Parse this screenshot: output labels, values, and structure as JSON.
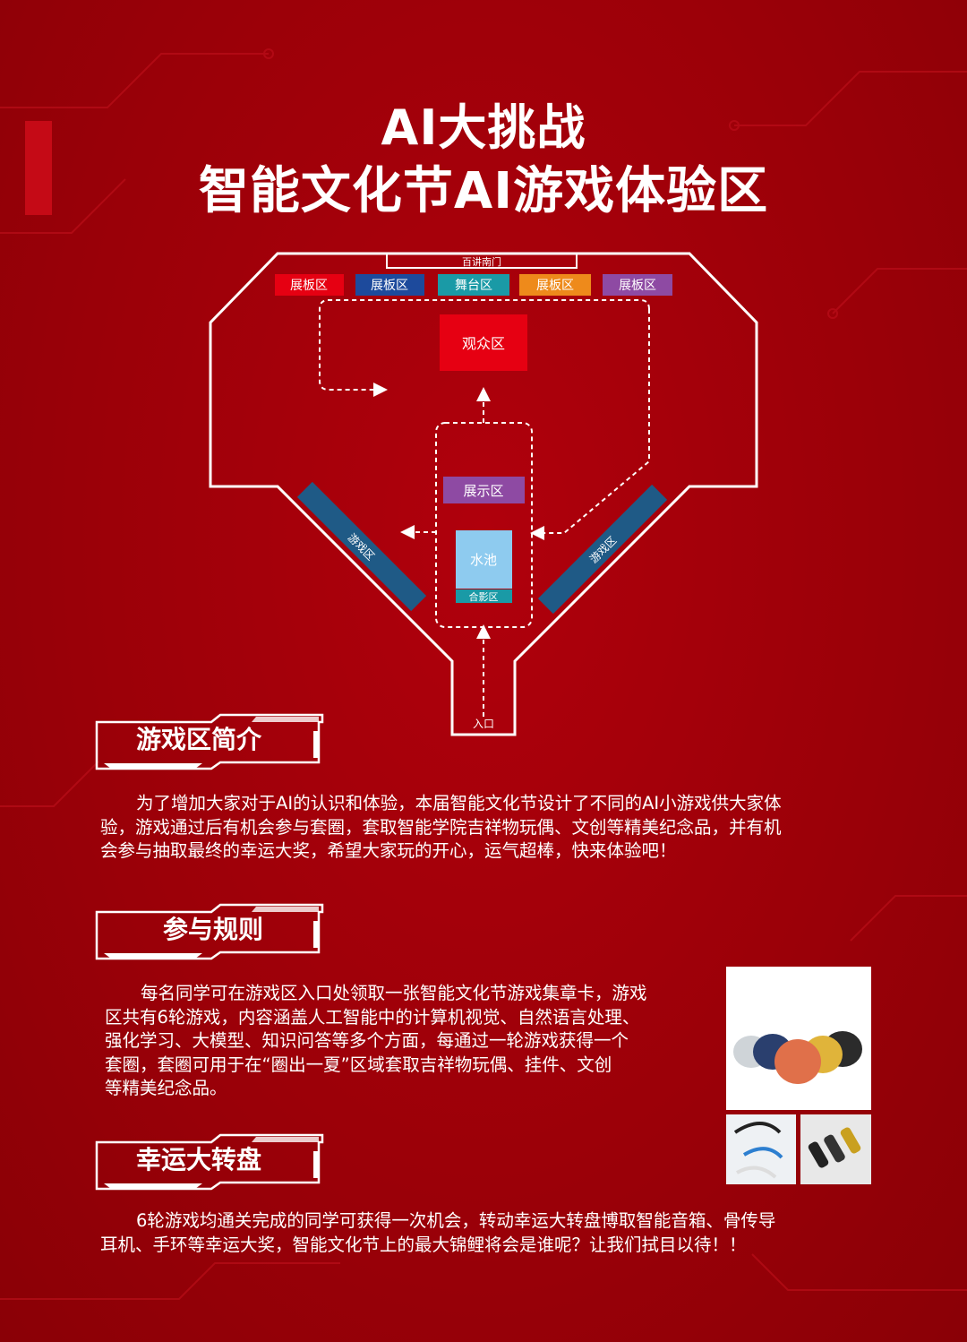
{
  "title": {
    "line1": "AI大挑战",
    "line2": "智能文化节AI游戏体验区"
  },
  "map": {
    "gate": "百讲南门",
    "top_zones": [
      {
        "label": "展板区",
        "color": "#e60012"
      },
      {
        "label": "展板区",
        "color": "#1d4a9c"
      },
      {
        "label": "舞台区",
        "color": "#1a9aa6"
      },
      {
        "label": "展板区",
        "color": "#ee8a1b"
      },
      {
        "label": "展板区",
        "color": "#8e4aa3"
      }
    ],
    "audience": "观众区",
    "display": "展示区",
    "pool": "水池",
    "photo": "合影区",
    "game_left": "游戏区",
    "game_right": "游戏区",
    "entrance": "入口"
  },
  "sections": [
    {
      "title": "游戏区简介",
      "lines": [
        "为了增加大家对于AI的认识和体验，本届智能文化节设计了不同的AI小游戏供大家体",
        "验，游戏通过后有机会参与套圈，套取智能学院吉祥物玩偶、文创等精美纪念品，并有机",
        "会参与抽取最终的幸运大奖，希望大家玩的开心，运气超棒，快来体验吧！"
      ]
    },
    {
      "title": "参与规则",
      "lines": [
        "每名同学可在游戏区入口处领取一张智能文化节游戏集章卡，游戏",
        "区共有6轮游戏，内容涵盖人工智能中的计算机视觉、自然语言处理、",
        "强化学习、大模型、知识问答等多个方面，每通过一轮游戏获得一个",
        "套圈，套圈可用于在“圈出一夏”区域套取吉祥物玩偶、挂件、文创",
        "等精美纪念品。"
      ]
    },
    {
      "title": "幸运大转盘",
      "lines": [
        "6轮游戏均通关完成的同学可获得一次机会，转动幸运大转盘博取智能音箱、骨传导",
        "耳机、手环等幸运大奖，智能文化节上的最大锦鲤将会是谁呢？让我们拭目以待！！"
      ]
    }
  ],
  "colors": {
    "background": "#a00008",
    "game_zone": "#1f5a86",
    "pool": "#8ecbef",
    "display": "#8e4aa3"
  }
}
